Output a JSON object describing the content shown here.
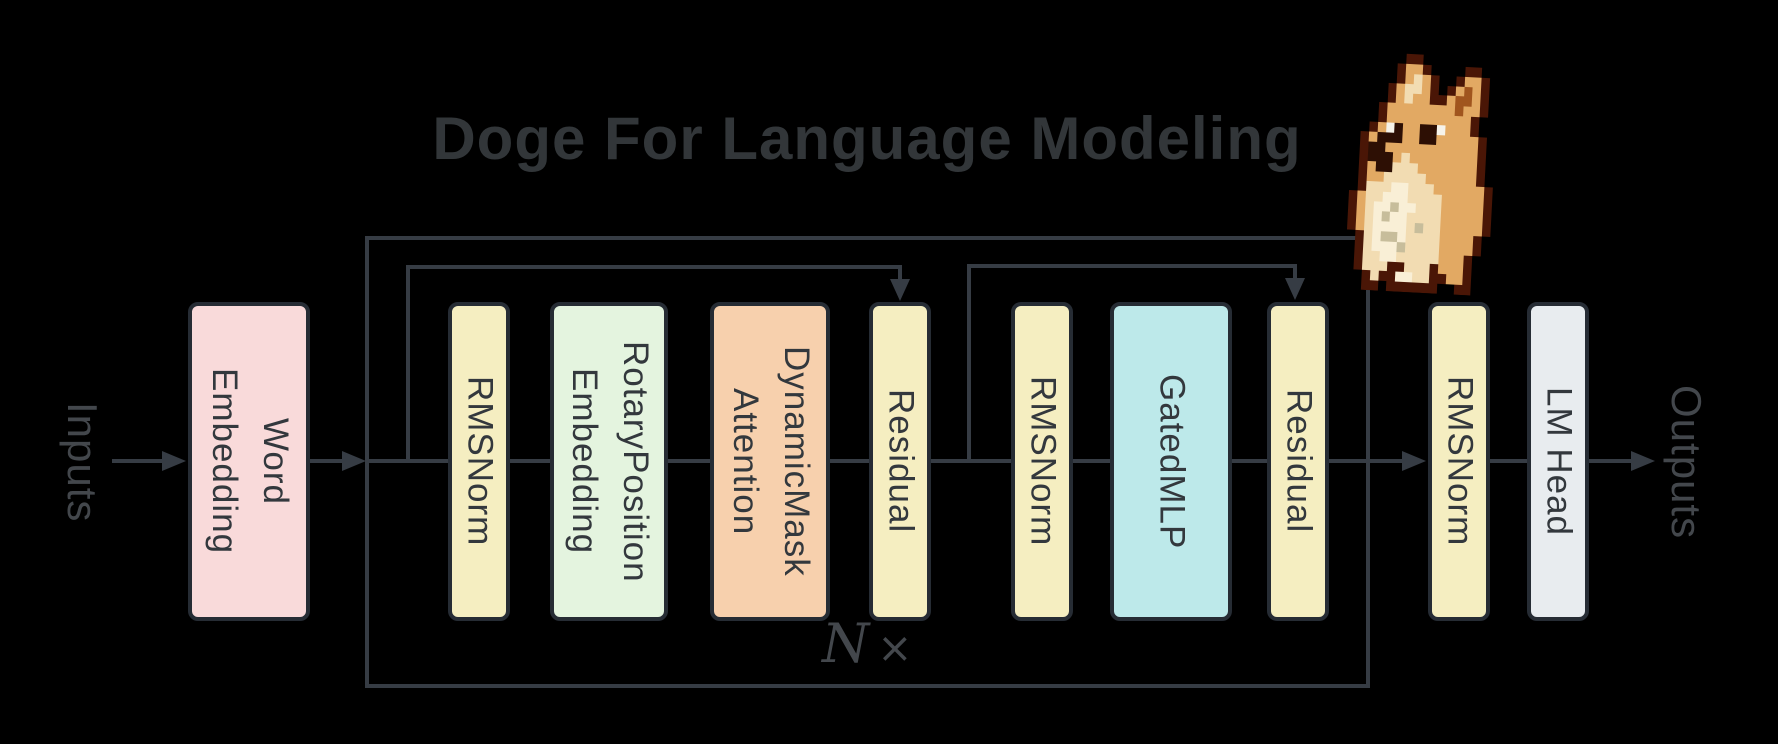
{
  "title": "Doge For Language Modeling",
  "io": {
    "input_label": "Inputs",
    "output_label": "Outputs"
  },
  "loop": {
    "repeat_label": "N",
    "times_symbol": "×"
  },
  "blocks": [
    {
      "id": "word-embedding",
      "label": "Word\nEmbedding",
      "color": "pink"
    },
    {
      "id": "rmsnorm-1",
      "label": "RMSNorm",
      "color": "yellow"
    },
    {
      "id": "rotary-position-embedding",
      "label": "RotaryPosition\nEmbedding",
      "color": "green"
    },
    {
      "id": "dynamicmask-attention",
      "label": "DynamicMask\nAttention",
      "color": "orange"
    },
    {
      "id": "residual-1",
      "label": "Residual",
      "color": "yellow"
    },
    {
      "id": "rmsnorm-2",
      "label": "RMSNorm",
      "color": "yellow"
    },
    {
      "id": "gatedmlp",
      "label": "GatedMLP",
      "color": "cyan"
    },
    {
      "id": "residual-2",
      "label": "Residual",
      "color": "yellow"
    },
    {
      "id": "rmsnorm-3",
      "label": "RMSNorm",
      "color": "yellow"
    },
    {
      "id": "lm-head",
      "label": "LM Head",
      "color": "lm_gray"
    }
  ],
  "colors": {
    "background": "#000000",
    "line": "#363c44",
    "box_border": "#262c34",
    "title_text": "#323639",
    "label_text": "#33383d",
    "io_text": "#43474c",
    "pink": "#f9dada",
    "yellow": "#f5eec1",
    "green": "#e4f4df",
    "orange": "#f7d0ad",
    "cyan": "#bde9ea",
    "lm_gray": "#e8ecef"
  },
  "doge": {
    "description": "doge-pixel-art",
    "palette": {
      "O": "#4a1606",
      "B": "#e2a963",
      "R": "#a0551e",
      "C": "#f2dcb2",
      "L": "#f9efd6",
      "G": "#c7bd9b",
      "K": "#2d0f04",
      "W": "#f6f3ea"
    },
    "rows": [
      "......OO..........",
      ".....OBBO....OO...",
      ".....OBCBO..OBBO..",
      "....OBCCBO.OBRBO..",
      "....OBCBBOOBRRBO..",
      "...OBBBBBBBBRBBO..",
      "...OBBBBBBBBBBO...",
      "..OBWKBBKKWBBBO...",
      ".OBKKKBBKKBBBBBO..",
      ".OKKBBBBBBBBBBBO..",
      ".OKKKBCBBBBBBBBO..",
      ".OBKKCCCBBBBBBBO..",
      ".OBBCCCCCBBBBBBO..",
      ".OCCCLLCCCBBBBBBO.",
      "OBCCLLLCCCCBBBBBO.",
      "OBCLLGLLCCCBBBBBO.",
      "OBCLGLLCCCCBBBBBO.",
      "OBCLLLLCGCCBBBBBO.",
      ".OCLGGLCCCCBBBBO..",
      ".OCLLLGCCCCBBBBO..",
      ".OCCLLCCCCCBBBO...",
      ".OCCCOOCCCOBBBO...",
      "..OCOOLLCCOOBBO...",
      "..OO.OOOOOO..OO..."
    ]
  }
}
